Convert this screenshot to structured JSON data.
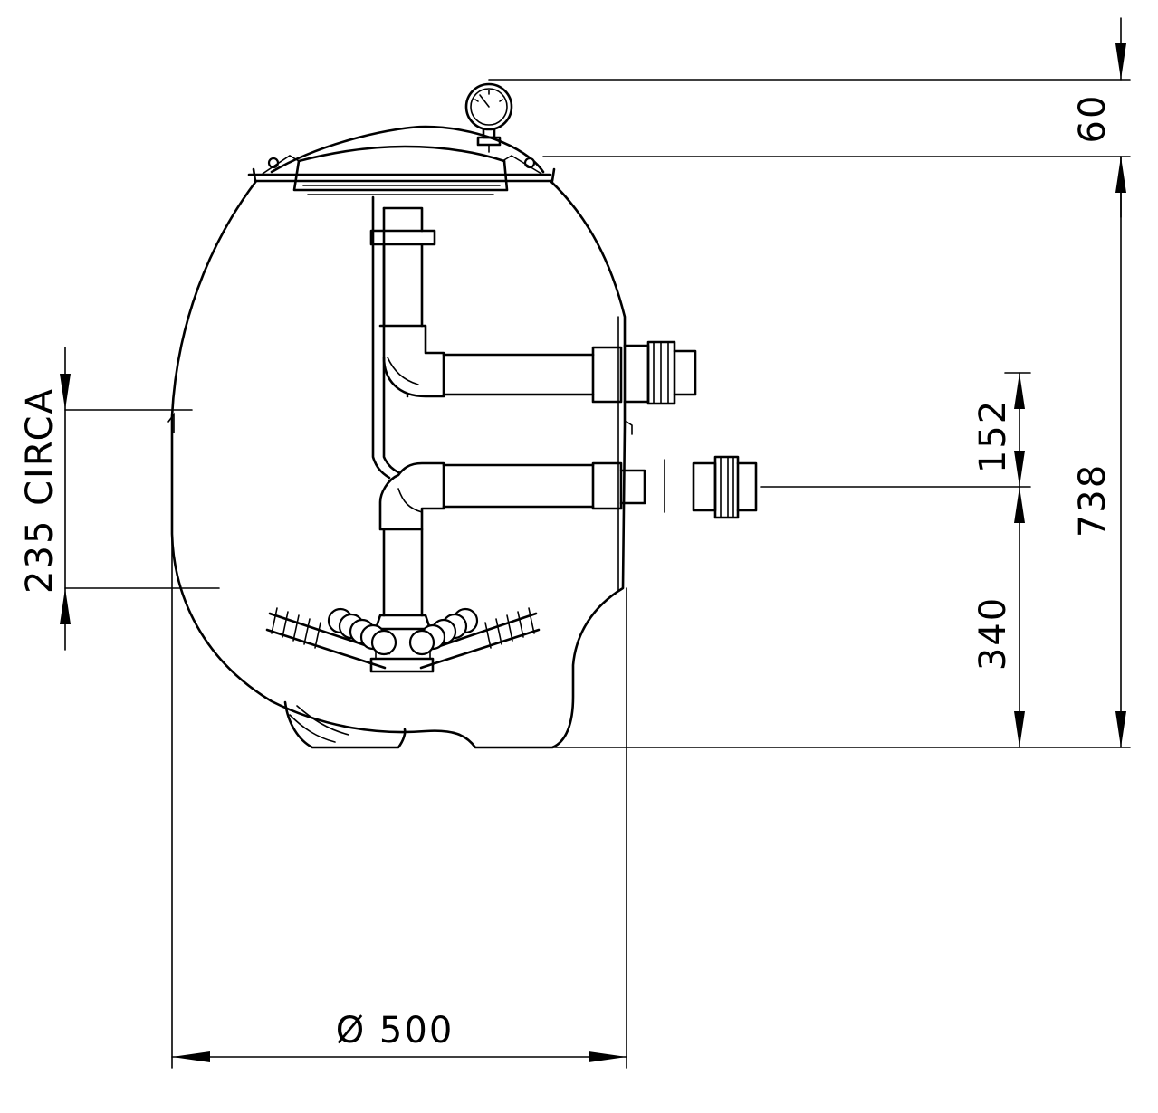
{
  "dimensions": {
    "top_height": "60",
    "total_height": "738",
    "outlet_spacing": "152",
    "inlet_height": "340",
    "lateral_level": "235 CIRCA",
    "diameter": "Ø 500"
  }
}
